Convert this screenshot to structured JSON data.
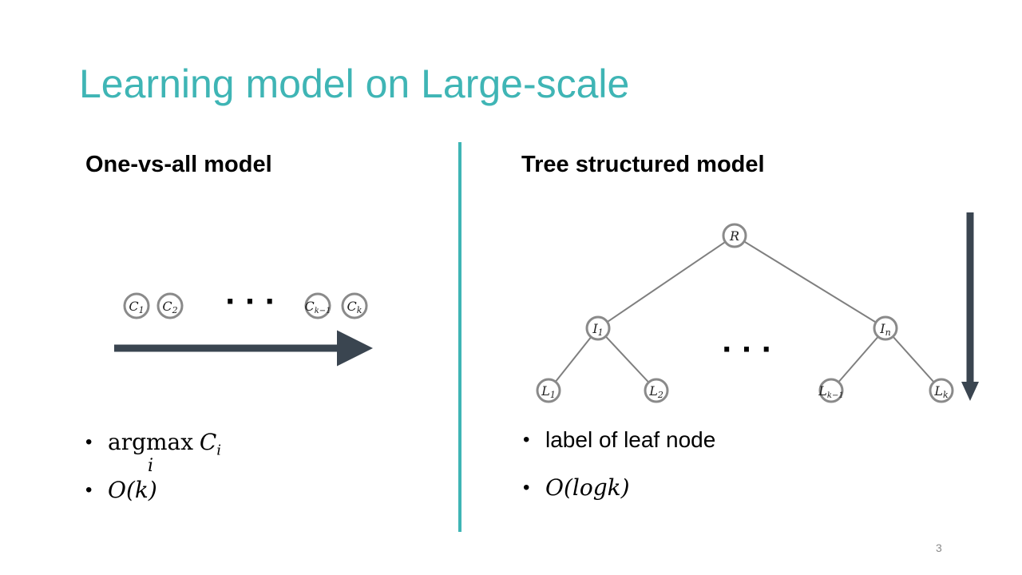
{
  "slide": {
    "title": "Learning model on Large-scale",
    "page_number": "3"
  },
  "left": {
    "heading": "One-vs-all model",
    "nodes": [
      "C1",
      "C2",
      "Ck−1",
      "Ck"
    ],
    "ellipsis": "· · ·",
    "bullets": {
      "argmax_word": "argmax",
      "argmax_sub": "i",
      "argmax_var": "Ci",
      "complexity": "O(k)"
    }
  },
  "right": {
    "heading": "Tree structured model",
    "tree": {
      "root": "R",
      "internal": [
        "I1",
        "In"
      ],
      "leaves": [
        "L1",
        "L2",
        "Lk−1",
        "Lk"
      ]
    },
    "ellipsis": "· · ·",
    "bullets": {
      "text": "label of leaf node",
      "complexity": "O(logk)"
    }
  },
  "colors": {
    "accent": "#3fb5b5",
    "arrow": "#3a4550",
    "node_stroke": "#8a8a8a",
    "edge": "#7f7f7f"
  }
}
